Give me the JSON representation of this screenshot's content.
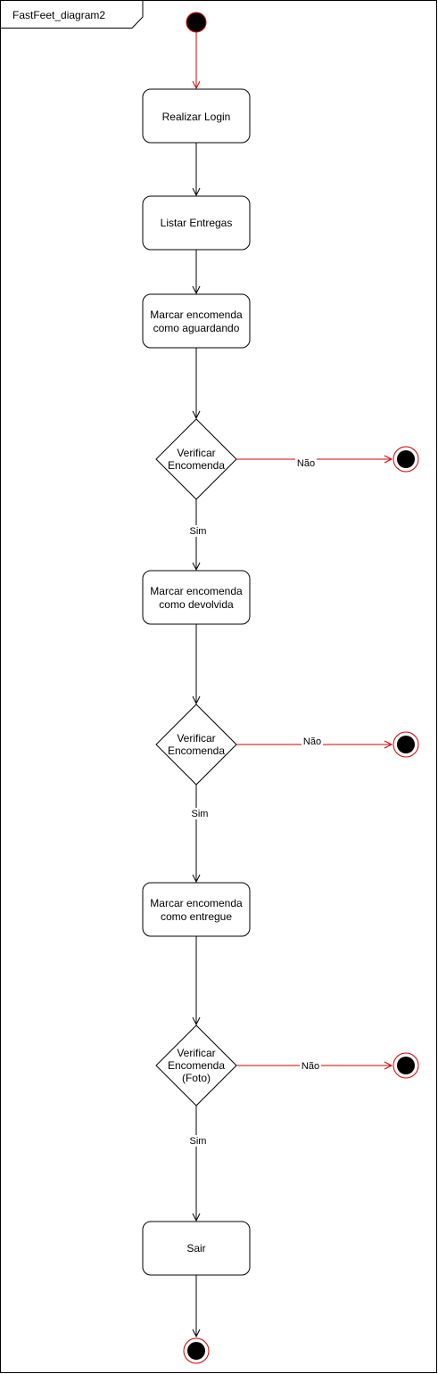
{
  "diagram": {
    "title": "FastFeet_diagram2",
    "colors": {
      "flow": "#000000",
      "initial": "#d80000",
      "branch_no": "#d80000",
      "final_ring": "#d80000",
      "node_fill": "#000000"
    },
    "nodes": {
      "realizar_login": [
        "Realizar Login"
      ],
      "listar_entregas": [
        "Listar Entregas"
      ],
      "marcar_aguardando": [
        "Marcar encomenda",
        "como aguardando"
      ],
      "decision_1": [
        "Verificar",
        "Encomenda"
      ],
      "marcar_devolvida": [
        "Marcar encomenda",
        "como devolvida"
      ],
      "decision_2": [
        "Verificar",
        "Encomenda"
      ],
      "marcar_entregue": [
        "Marcar encomenda",
        "como entregue"
      ],
      "decision_3": [
        "Verificar",
        "Encomenda",
        "(Foto)"
      ],
      "sair": [
        "Sair"
      ]
    },
    "edge_labels": {
      "d1_yes": "Sim",
      "d1_no": "Não",
      "d2_yes": "Sim",
      "d2_no": "Não",
      "d3_yes": "Sim",
      "d3_no": "Não"
    }
  }
}
